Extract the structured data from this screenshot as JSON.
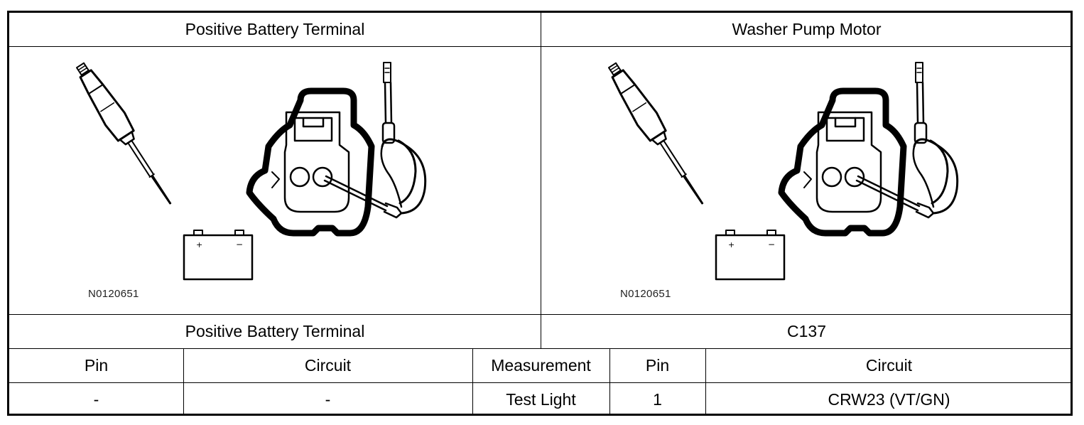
{
  "header": {
    "left_title": "Positive Battery Terminal",
    "right_title": "Washer Pump Motor"
  },
  "figures": [
    {
      "code": "N0120651",
      "battery_plus": "+",
      "battery_minus": "−"
    },
    {
      "code": "N0120651",
      "battery_plus": "+",
      "battery_minus": "−"
    }
  ],
  "section_labels": {
    "left": "Positive Battery Terminal",
    "right": "C137"
  },
  "table": {
    "columns": [
      "Pin",
      "Circuit",
      "Measurement",
      "Pin",
      "Circuit"
    ],
    "rows": [
      [
        "-",
        "-",
        "Test Light",
        "1",
        "CRW23 (VT/GN)"
      ]
    ]
  },
  "icons": [
    "test-light-probe-icon",
    "battery-icon",
    "connector-icon",
    "probe-lead-icon"
  ]
}
